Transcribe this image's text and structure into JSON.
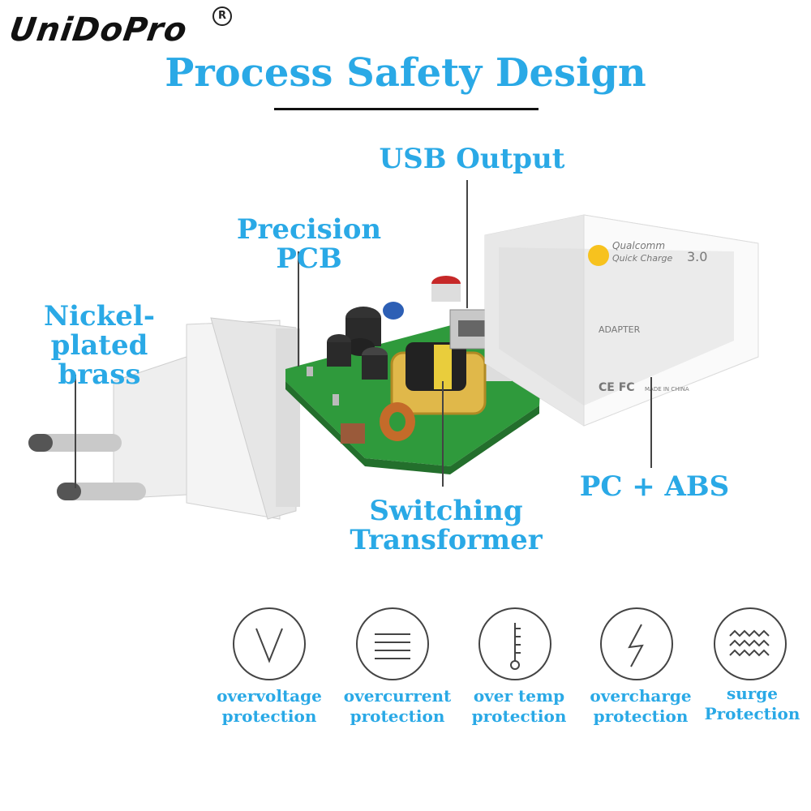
{
  "brand": {
    "logo_text": "UniDoPro",
    "registered_mark": "R"
  },
  "title": "Process Safety Design",
  "product_labels": {
    "usb_output": "USB Output",
    "precision_pcb": "Precision PCB",
    "nickel_line1": "Nickel-plated",
    "nickel_line2": "brass",
    "switching_line1": "Switching",
    "switching_line2": "Transformer",
    "pc_abs": "PC + ABS"
  },
  "charger_print": {
    "brand_line1": "Qualcomm",
    "brand_line2": "Quick Charge",
    "version": "3.0",
    "adapter": "ADAPTER",
    "cert": "CE FC",
    "made_in": "MADE IN CHINA"
  },
  "protections": [
    {
      "line1": "overvoltage",
      "line2": "protection",
      "icon": "v-icon"
    },
    {
      "line1": "overcurrent",
      "line2": "protection",
      "icon": "lines-icon"
    },
    {
      "line1": "over temp",
      "line2": "protection",
      "icon": "thermometer-icon"
    },
    {
      "line1": "overcharge",
      "line2": "protection",
      "icon": "lightning-icon"
    },
    {
      "line1": "surge",
      "line2": "Protection",
      "icon": "zigzag-icon"
    }
  ],
  "colors": {
    "accent": "#2aa9e6",
    "pcb_green": "#2f9a3c",
    "transformer": "#e0b84a"
  }
}
